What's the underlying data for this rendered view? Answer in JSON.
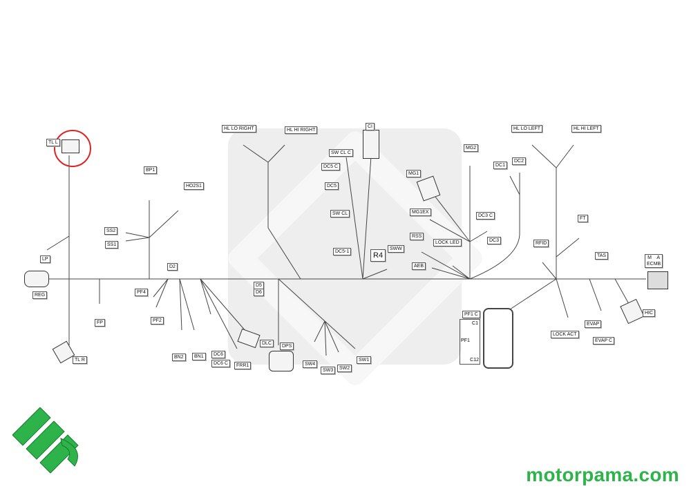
{
  "labels": {
    "tl_l": "TL L",
    "bp1": "BP1",
    "ho2s1": "HO2S1",
    "ss2": "SS2",
    "ss1": "SS1",
    "lp": "LP",
    "reg": "REG",
    "d2": "D2",
    "fp": "FP",
    "pf4": "PF4",
    "pf2": "PF2",
    "bn2": "BN2",
    "bn1": "BN1",
    "dc6": "DC6",
    "dc6_c": "DC6 C",
    "frr1": "FRR1",
    "dlc": "DLC",
    "d5": "D5",
    "d6": "D6",
    "dps": "DPS",
    "sw4": "SW4",
    "sw3": "SW3",
    "sw2": "SW2",
    "sw1": "SW1",
    "tl_r": "TL R",
    "hl_lo_right": "HL LO RIGHT",
    "hl_hi_right": "HL HI RIGHT",
    "ci": "CI",
    "sw_cl_c": "SW CL C",
    "dc5_c": "DC5 C",
    "dc5": "DC5",
    "sw_cl": "SW CL",
    "dc5_1": "DC5-1",
    "r4": "R4",
    "sww": "SWW",
    "mg2": "MG2",
    "mg1": "MG1",
    "mg1ex": "MG1EX",
    "rss": "RSS",
    "lock_led": "LOCK LED",
    "aeb": "AEB",
    "dc3_c": "DC3 C",
    "dc3": "DC3",
    "dc1": "DC1",
    "dc2": "DC2",
    "hl_lo_left": "HL LO LEFT",
    "hl_hi_left": "HL HI LEFT",
    "ft": "FT",
    "rfid": "RFID",
    "tas": "TAS",
    "m_a": "M    A",
    "ecmb": "ECMB",
    "hic": "HIC",
    "lock_act": "LOCK ACT",
    "evap": "EVAP",
    "evap_c": "EVAP C",
    "pf1_c": "PF1 C"
  },
  "pf1_box": {
    "c1": "C1",
    "pf1": "PF1",
    "c12": "C12"
  },
  "watermark": "motorpama.com",
  "colors": {
    "brand": "#2db34a",
    "highlight": "#e02020",
    "wire": "#444444"
  }
}
